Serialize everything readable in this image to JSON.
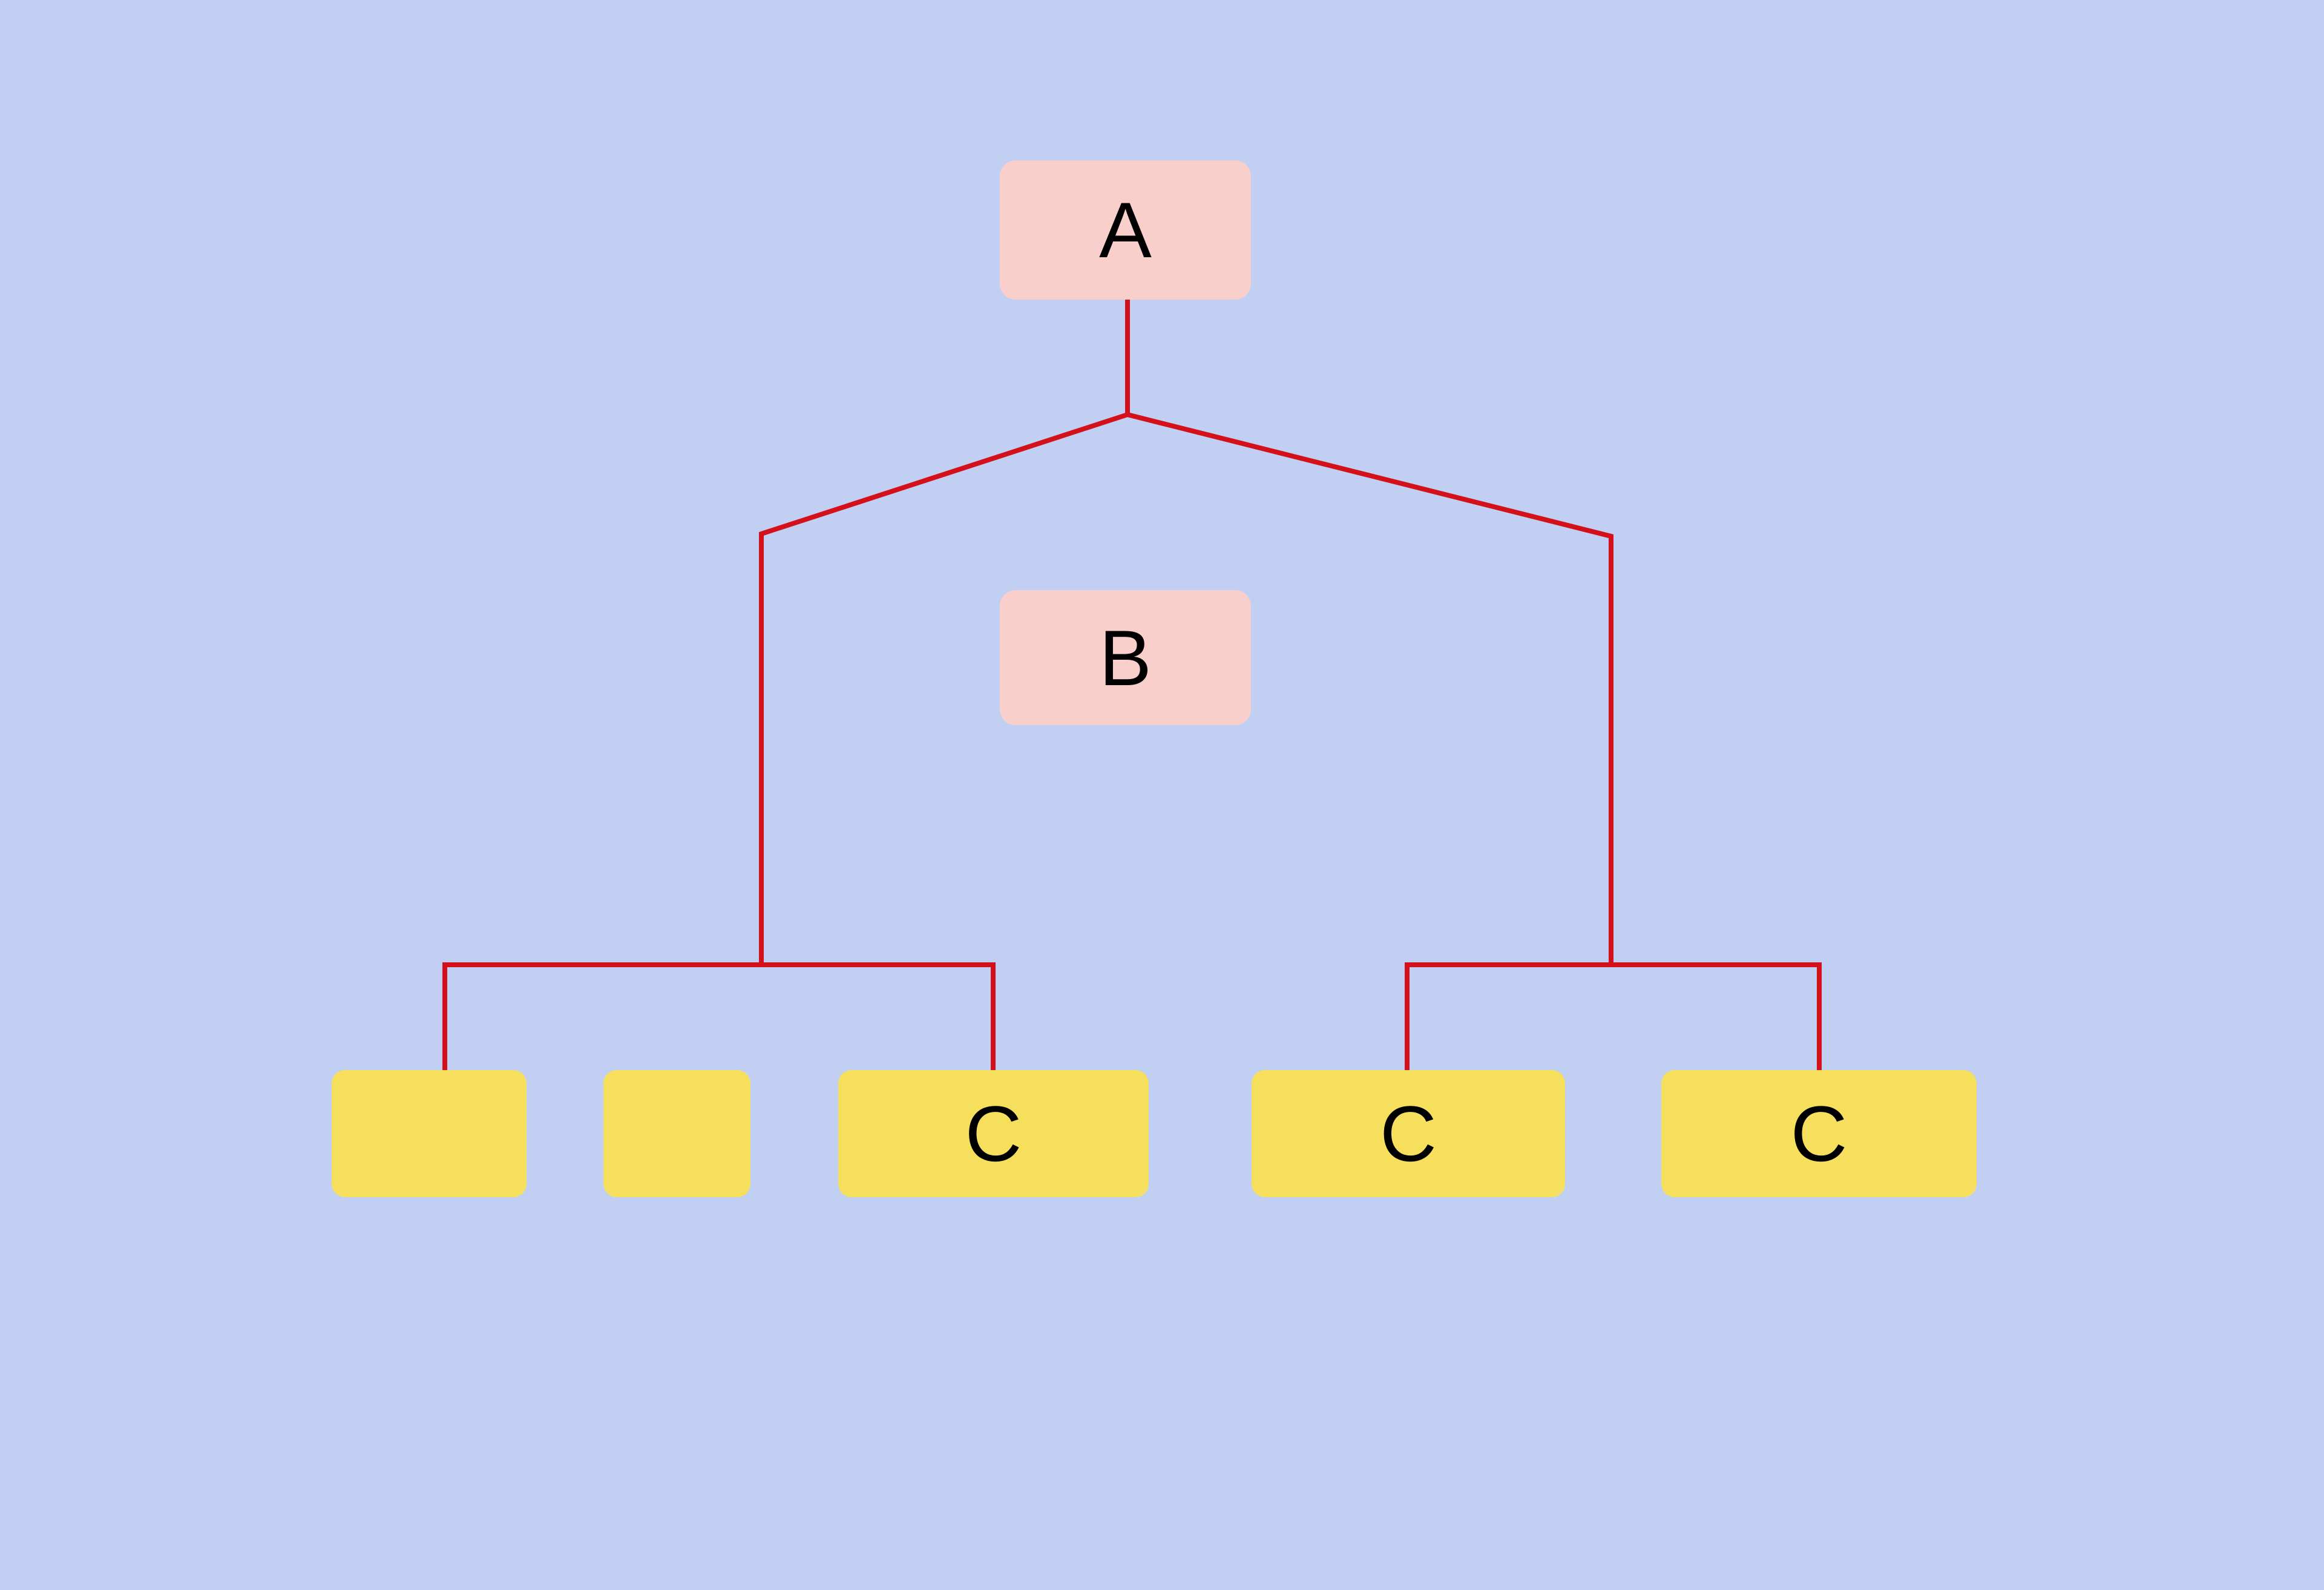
{
  "colors": {
    "background": "#C1D0F2",
    "parent_node_fill": "#F9CFCB",
    "child_node_fill": "#F7DF5E",
    "connector": "#D4111B",
    "text": "#000000"
  },
  "diagram": {
    "type": "tree",
    "nodes": [
      {
        "id": "A",
        "label": "A",
        "level": 0,
        "color": "pink"
      },
      {
        "id": "B",
        "label": "B",
        "level": 1,
        "color": "pink",
        "connected": false
      },
      {
        "id": "leaf1",
        "label": "",
        "level": 2,
        "color": "yellow"
      },
      {
        "id": "leaf2",
        "label": "",
        "level": 2,
        "color": "yellow",
        "connected": false
      },
      {
        "id": "leaf3",
        "label": "C",
        "level": 2,
        "color": "yellow"
      },
      {
        "id": "leaf4",
        "label": "C",
        "level": 2,
        "color": "yellow"
      },
      {
        "id": "leaf5",
        "label": "C",
        "level": 2,
        "color": "yellow"
      }
    ],
    "edges": [
      {
        "from": "A",
        "to": "left-branch"
      },
      {
        "from": "A",
        "to": "right-branch"
      },
      {
        "from": "left-branch",
        "to": "leaf1"
      },
      {
        "from": "left-branch",
        "to": "leaf3"
      },
      {
        "from": "right-branch",
        "to": "leaf4"
      },
      {
        "from": "right-branch",
        "to": "leaf5"
      }
    ]
  }
}
